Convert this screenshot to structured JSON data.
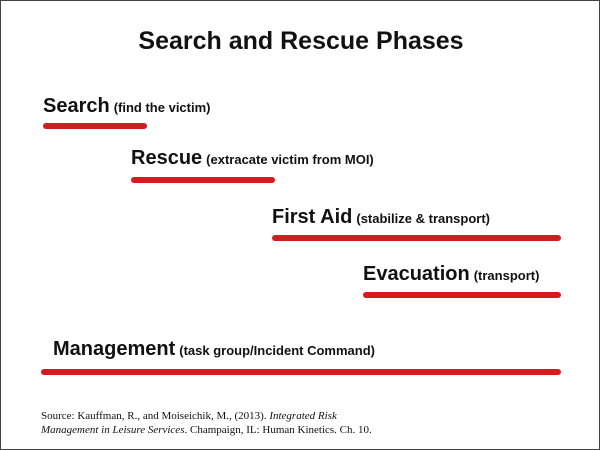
{
  "title": "Search and Rescue Phases",
  "accent_color": "#d71920",
  "phases": [
    {
      "name": "Search",
      "desc": "(find the victim)"
    },
    {
      "name": "Rescue",
      "desc": "(extracate victim from MOI)"
    },
    {
      "name": "First Aid",
      "desc": "(stabilize & transport)"
    },
    {
      "name": "Evacuation",
      "desc": "(transport)"
    },
    {
      "name": "Management",
      "desc": "(task group/Incident Command)"
    }
  ],
  "source": {
    "prefix": "Source: Kauffman, R., and Moiseichik, M., (2013). ",
    "italic_a": "Integrated Risk",
    "italic_b": "Management in Leisure Services",
    "suffix": ". Champaign, IL: Human Kinetics. Ch. 10."
  }
}
